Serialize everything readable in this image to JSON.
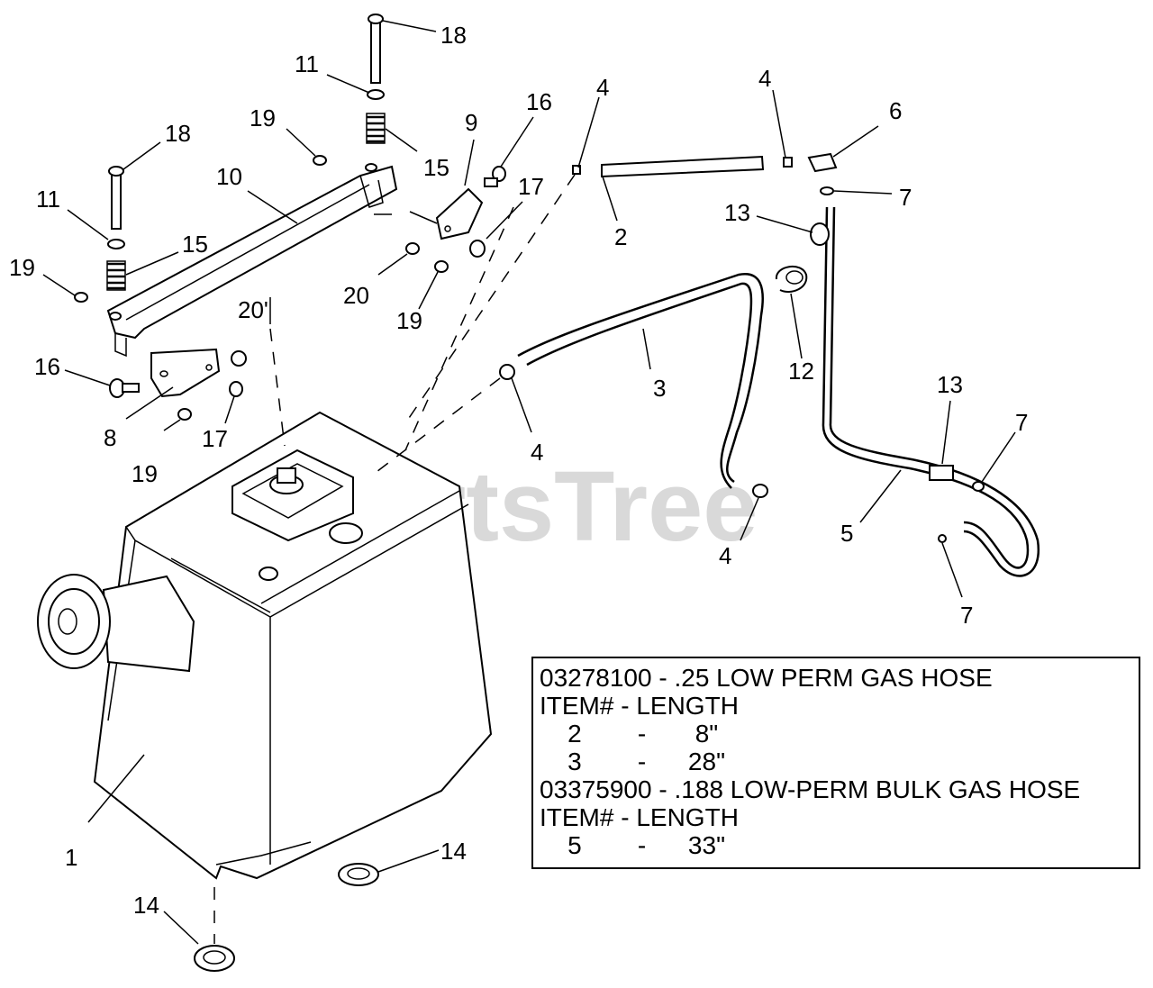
{
  "watermark": "PartsTree",
  "callouts": [
    "18",
    "11",
    "15",
    "19",
    "10",
    "18",
    "11",
    "15",
    "19",
    "16",
    "8",
    "17",
    "19",
    "20'",
    "9",
    "16",
    "17",
    "20",
    "19",
    "4",
    "2",
    "4",
    "6",
    "7",
    "13",
    "3",
    "12",
    "4",
    "4",
    "13",
    "7",
    "5",
    "7",
    "1",
    "14",
    "14"
  ],
  "spec_table": {
    "lines": [
      "03278100 - .25 LOW PERM GAS HOSE",
      "ITEM# - LENGTH",
      "    2        -       8\"",
      "    3        -      28\"",
      "03375900 - .188 LOW-PERM BULK GAS HOSE",
      "ITEM# - LENGTH",
      "    5        -      33\""
    ]
  }
}
